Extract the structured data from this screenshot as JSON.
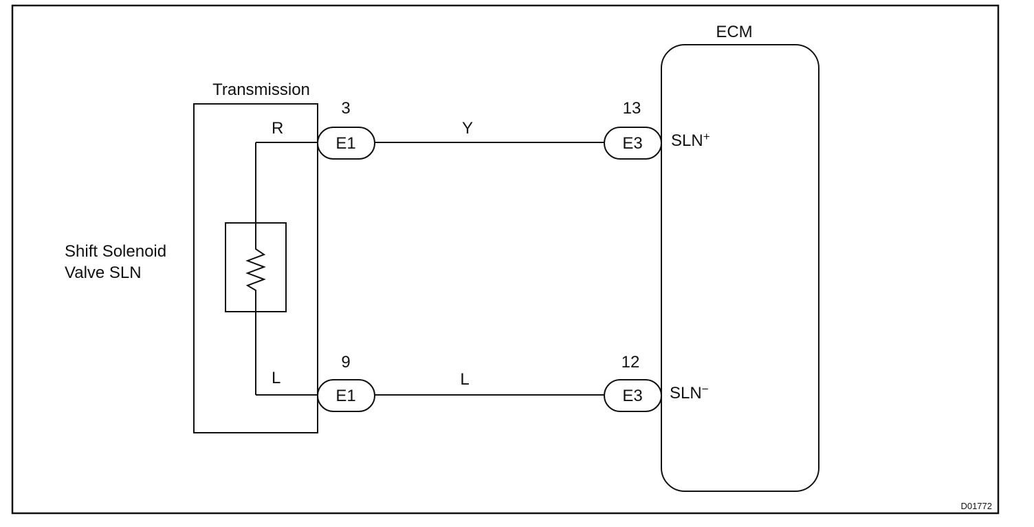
{
  "diagram": {
    "code": "D01772",
    "ecm": {
      "label": "ECM"
    },
    "transmission": {
      "label": "Transmission"
    },
    "solenoid": {
      "label_line1": "Shift Solenoid",
      "label_line2": "Valve SLN"
    },
    "circuits": [
      {
        "trans_pin": "3",
        "trans_connector": "E1",
        "inner_wire_color": "R",
        "wire_color": "Y",
        "ecm_pin": "13",
        "ecm_connector": "E3",
        "terminal": "SLN",
        "terminal_sign": "+"
      },
      {
        "trans_pin": "9",
        "trans_connector": "E1",
        "inner_wire_color": "L",
        "wire_color": "L",
        "ecm_pin": "12",
        "ecm_connector": "E3",
        "terminal": "SLN",
        "terminal_sign": "−"
      }
    ]
  }
}
